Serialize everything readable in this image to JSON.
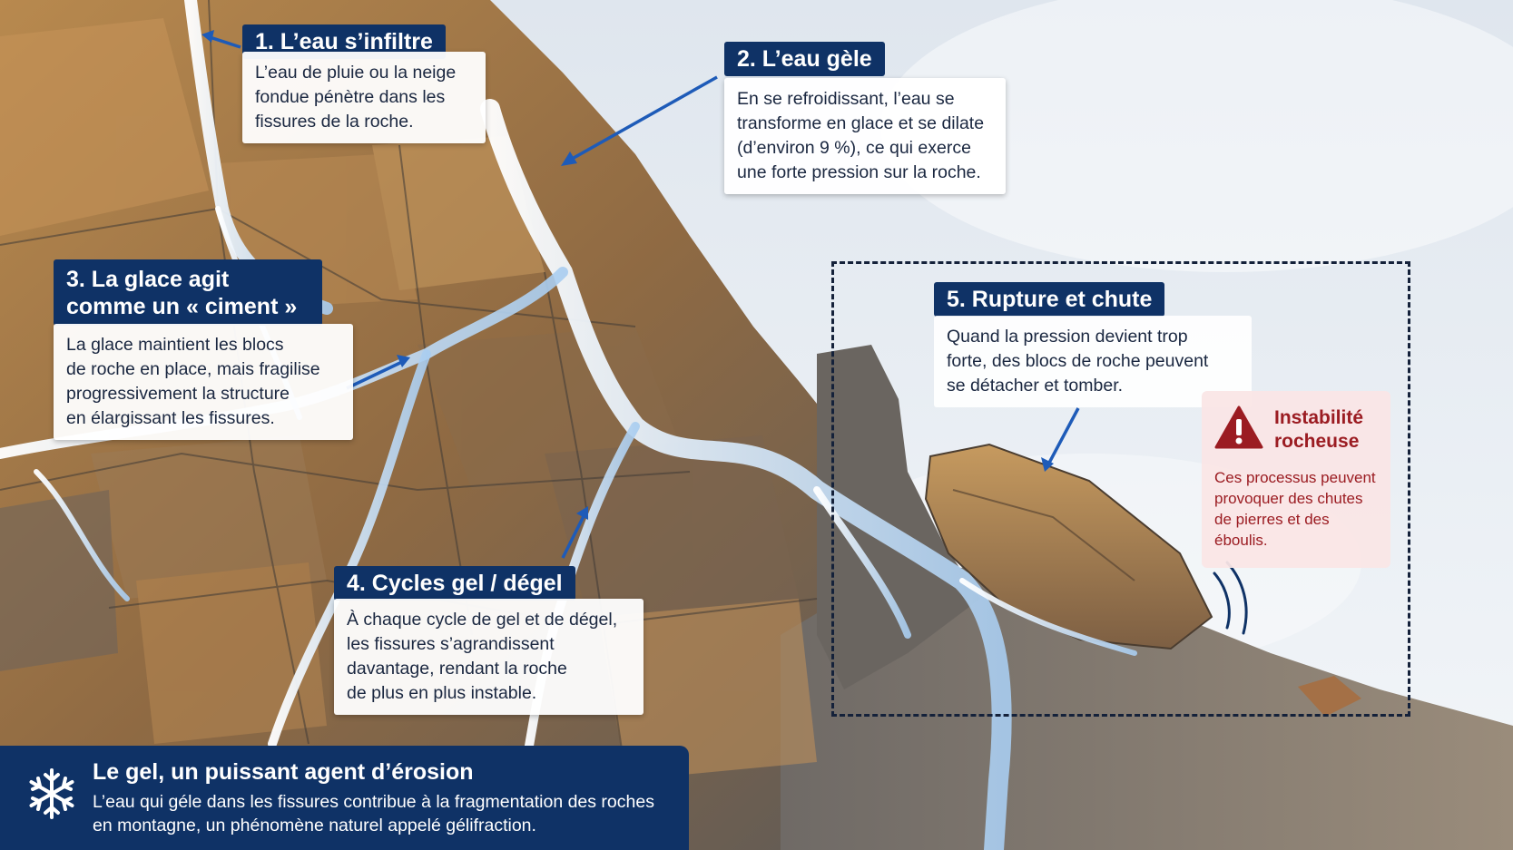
{
  "steps": [
    {
      "title": "1. L’eau s’infiltre",
      "lines": [
        "L’eau de pluie ou la neige",
        "fondue pénètre dans les",
        "fissures de la roche."
      ]
    },
    {
      "title": "2. L’eau gèle",
      "lines": [
        "En se refroidissant, l’eau se",
        "transforme en glace et se dilate",
        "(d’environ 9 %), ce qui exerce",
        "une forte pression sur la roche."
      ]
    },
    {
      "title_lines": [
        "3. La glace agit",
        "comme un « ciment »"
      ],
      "lines": [
        "La glace maintient les blocs",
        "de roche en place, mais fragilise",
        "progressivement la structure",
        "en élargissant les fissures."
      ]
    },
    {
      "title": "4. Cycles gel / dégel",
      "lines": [
        "À chaque cycle de gel et de dégel,",
        "les fissures s’agrandissent",
        "davantage, rendant la roche",
        "de plus en plus instable."
      ]
    },
    {
      "title": "5. Rupture et chute",
      "lines": [
        "Quand la pression devient trop",
        "forte, des blocs de roche peuvent",
        "se détacher et tomber."
      ]
    }
  ],
  "warning": {
    "title_lines": [
      "Instabilité",
      "rocheuse"
    ],
    "lines": [
      "Ces processus peuvent",
      "provoquer des chutes",
      "de pierres et des",
      "éboulis."
    ],
    "icon": "warning-triangle-icon"
  },
  "footer": {
    "title": "Le gel, un puissant agent d’érosion",
    "lines": [
      "L’eau qui géle dans les fissures contribue à la fragmentation des roches",
      "en montagne, un phénomène naturel appelé gélifraction."
    ],
    "icon": "snowflake-icon"
  },
  "colors": {
    "navy": "#0f3266",
    "warning_red": "#9b1c22",
    "warning_bg": "#fae5e5",
    "arrow_blue": "#1e5bb8",
    "ice": "#d8ecfb"
  }
}
